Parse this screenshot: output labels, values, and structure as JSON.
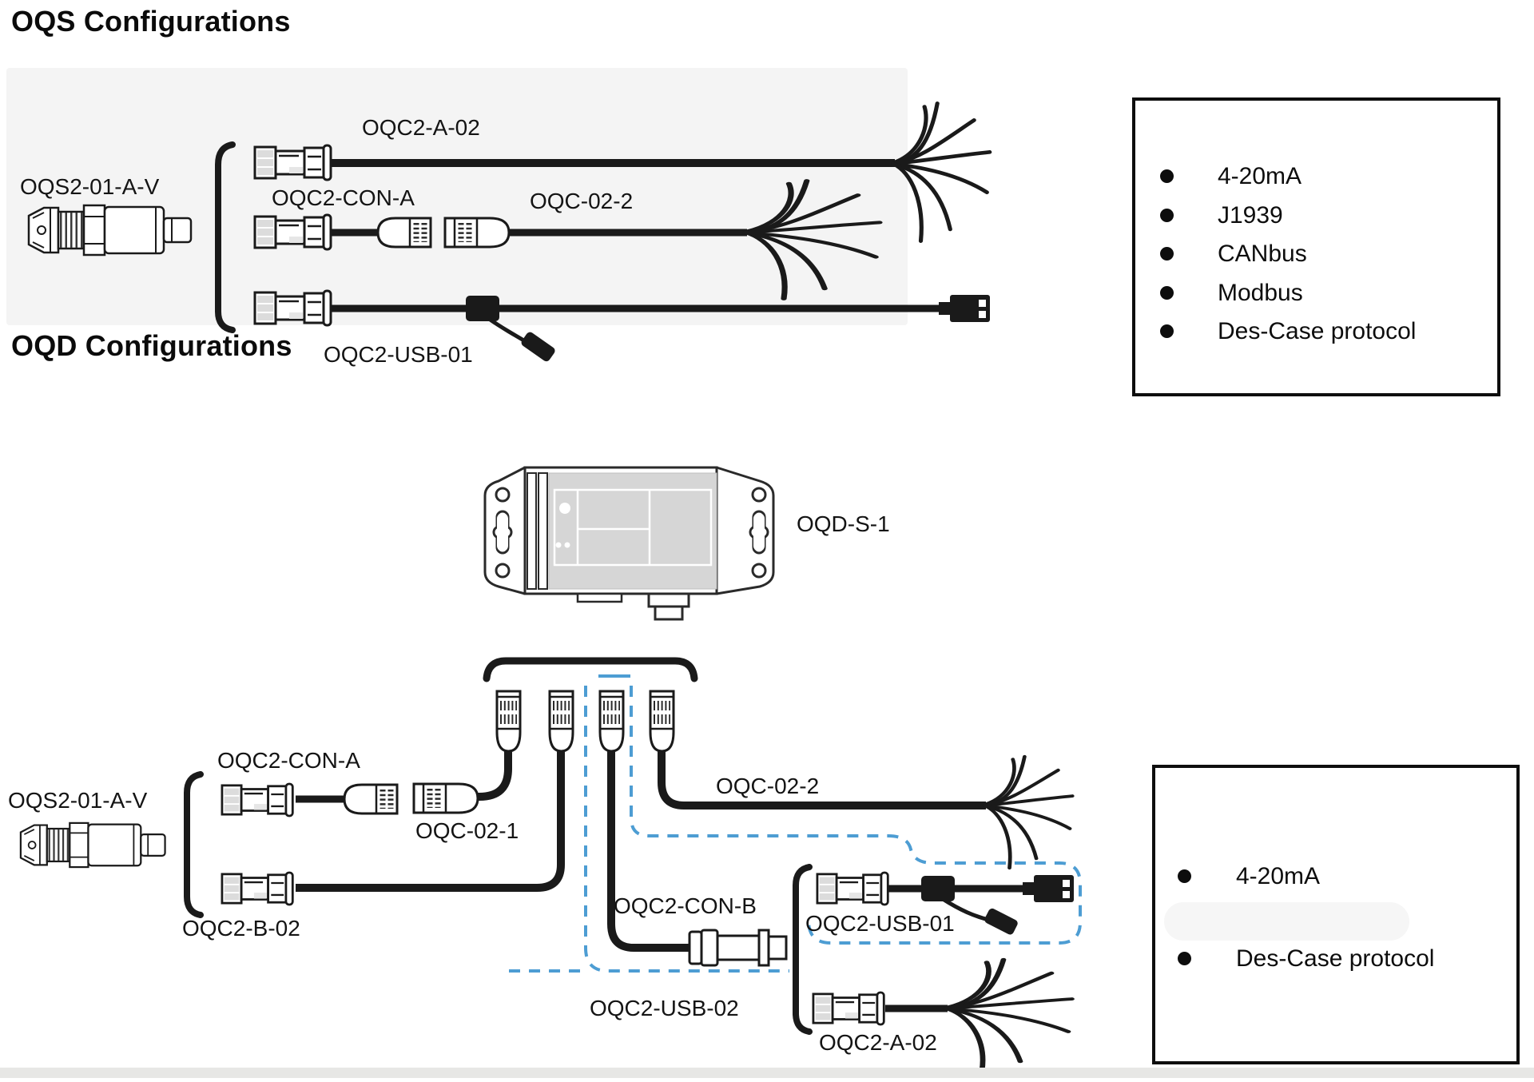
{
  "sections": {
    "oqs": {
      "title": "OQS Configurations"
    },
    "oqd": {
      "title": "OQD Configurations"
    }
  },
  "labels": [
    {
      "text": "OQC2-A-02"
    },
    {
      "text": "OQC2-CON-A"
    },
    {
      "text": "OQC-02-2"
    },
    {
      "text": "OQC2-USB-01"
    },
    {
      "text": "OQS2-01-A-V"
    },
    {
      "text": "OQD-S-1"
    },
    {
      "text": "OQS2-01-A-V"
    },
    {
      "text": "OQC2-CON-A"
    },
    {
      "text": "OQC-02-1"
    },
    {
      "text": "OQC-02-2"
    },
    {
      "text": "OQC2-B-02"
    },
    {
      "text": "OQC2-CON-B"
    },
    {
      "text": "OQC2-USB-02"
    },
    {
      "text": "OQC2-USB-01"
    },
    {
      "text": "OQC2-A-02"
    }
  ],
  "boxes": {
    "oqs_protocols": {
      "items": [
        "4-20mA",
        "J1939",
        "CANbus",
        "Modbus",
        "Des-Case protocol"
      ]
    },
    "oqd_protocols": {
      "items": [
        "4-20mA",
        "Des-Case protocol"
      ]
    }
  },
  "colors": {
    "line": "#1a1a1a",
    "dashed_accent": "#4d9dd3",
    "device_panel_gray": "#d6d6d6",
    "connector_gray": "#dddddd"
  }
}
